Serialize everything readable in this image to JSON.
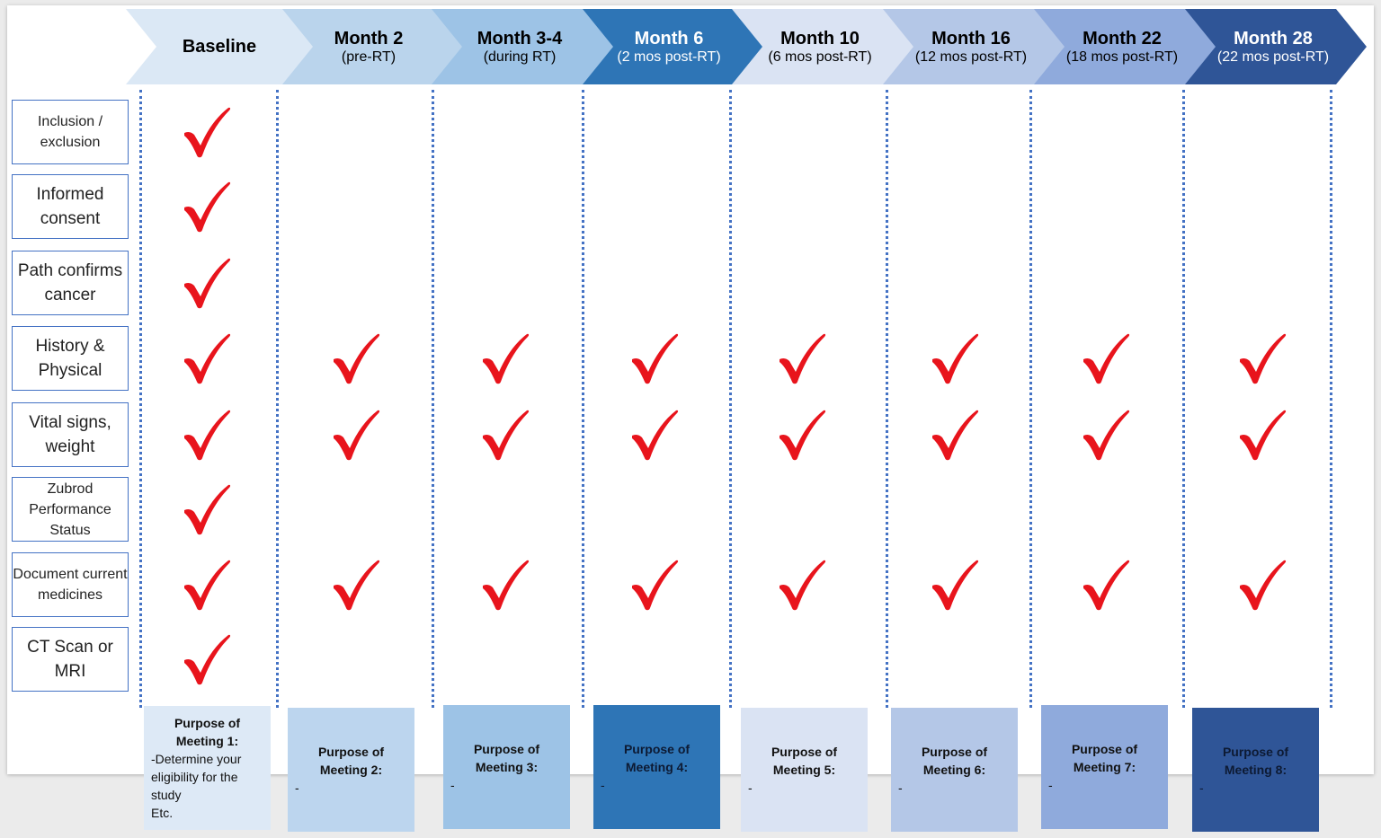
{
  "timeline": [
    {
      "title": "Baseline",
      "sub": "",
      "color": "#dbe8f5",
      "text": "dark"
    },
    {
      "title": "Month 2",
      "sub": "(pre-RT)",
      "color": "#bad4ec",
      "text": "dark"
    },
    {
      "title": "Month 3-4",
      "sub": "(during RT)",
      "color": "#9dc3e6",
      "text": "dark"
    },
    {
      "title": "Month 6",
      "sub": "(2 mos post-RT)",
      "color": "#2e75b6",
      "text": "light"
    },
    {
      "title": "Month 10",
      "sub": "(6 mos post-RT)",
      "color": "#dae3f3",
      "text": "dark"
    },
    {
      "title": "Month 16",
      "sub": "(12 mos post-RT)",
      "color": "#b4c7e7",
      "text": "dark"
    },
    {
      "title": "Month 22",
      "sub": "(18 mos post-RT)",
      "color": "#8faadc",
      "text": "dark"
    },
    {
      "title": "Month 28",
      "sub": "(22 mos post-RT)",
      "color": "#2f5597",
      "text": "light"
    }
  ],
  "rows": [
    {
      "label": "Inclusion / exclusion",
      "checks": [
        true,
        false,
        false,
        false,
        false,
        false,
        false,
        false
      ]
    },
    {
      "label": "Informed consent",
      "checks": [
        true,
        false,
        false,
        false,
        false,
        false,
        false,
        false
      ]
    },
    {
      "label": "Path confirms cancer",
      "checks": [
        true,
        false,
        false,
        false,
        false,
        false,
        false,
        false
      ]
    },
    {
      "label": "History & Physical",
      "checks": [
        true,
        true,
        true,
        true,
        true,
        true,
        true,
        true
      ]
    },
    {
      "label": "Vital signs, weight",
      "checks": [
        true,
        true,
        true,
        true,
        true,
        true,
        true,
        true
      ]
    },
    {
      "label": "Zubrod Performance Status",
      "checks": [
        true,
        false,
        false,
        false,
        false,
        false,
        false,
        false
      ]
    },
    {
      "label": "Document current medicines",
      "checks": [
        true,
        true,
        true,
        true,
        true,
        true,
        true,
        true
      ]
    },
    {
      "label": "CT Scan or MRI",
      "checks": [
        true,
        false,
        false,
        false,
        false,
        false,
        false,
        false
      ]
    }
  ],
  "purposes": [
    {
      "title": "Purpose of Meeting 1:",
      "detail": "-Determine your eligibility for the study\nEtc."
    },
    {
      "title": "Purpose of Meeting 2:",
      "detail": "-"
    },
    {
      "title": "Purpose of Meeting 3:",
      "detail": "-"
    },
    {
      "title": "Purpose of Meeting 4:",
      "detail": "-"
    },
    {
      "title": "Purpose of Meeting 5:",
      "detail": "-"
    },
    {
      "title": "Purpose of Meeting 6:",
      "detail": "-"
    },
    {
      "title": "Purpose of Meeting 7:",
      "detail": "-"
    },
    {
      "title": "Purpose of Meeting 8:",
      "detail": "-"
    }
  ],
  "colors": {
    "check": "#e8141c",
    "divider": "#4472c4",
    "label_border": "#4472c4",
    "purpose_boxes": [
      "#dde9f6",
      "#bcd5ee",
      "#9dc3e6",
      "#2e75b6",
      "#dae3f3",
      "#b4c7e7",
      "#8faadc",
      "#2f5597"
    ]
  }
}
